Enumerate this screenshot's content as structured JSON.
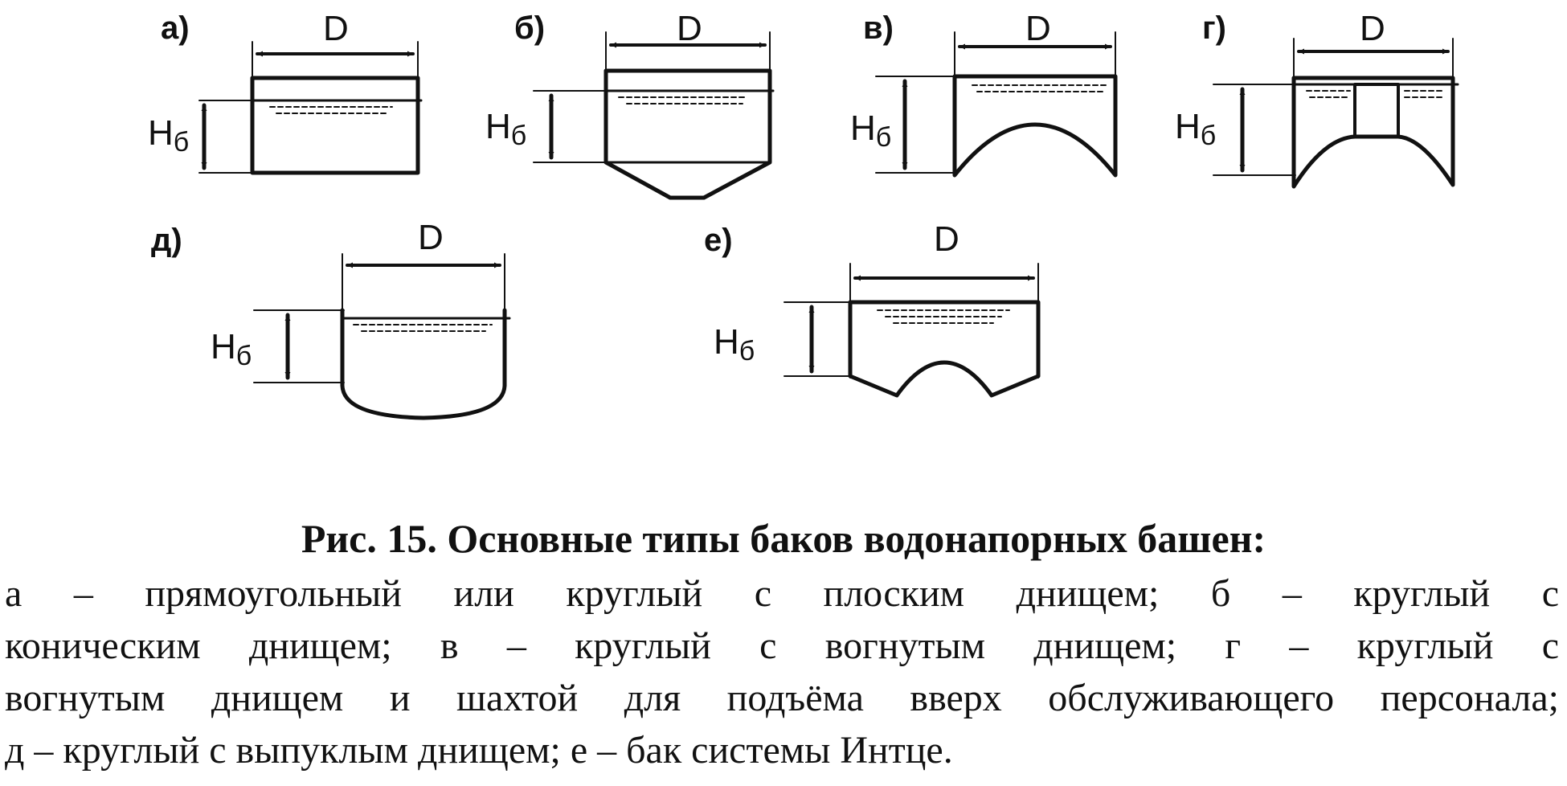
{
  "figure": {
    "dimension_label": "D",
    "height_label_main": "H",
    "height_label_sub": "б",
    "panel_labels": [
      "а)",
      "б)",
      "в)",
      "г)",
      "д)",
      "е)"
    ]
  },
  "caption": {
    "title": "Рис. 15. Основные типы баков водонапорных башен:",
    "lines": [
      "а – прямоугольный или круглый с плоским днищем; б – круглый с",
      "коническим днищем; в – круглый с вогнутым днищем; г – круглый с",
      "вогнутым днищем и шахтой для подъёма вверх обслуживающего персонала;",
      "д – круглый с выпуклым днищем; е – бак системы Интце."
    ]
  }
}
